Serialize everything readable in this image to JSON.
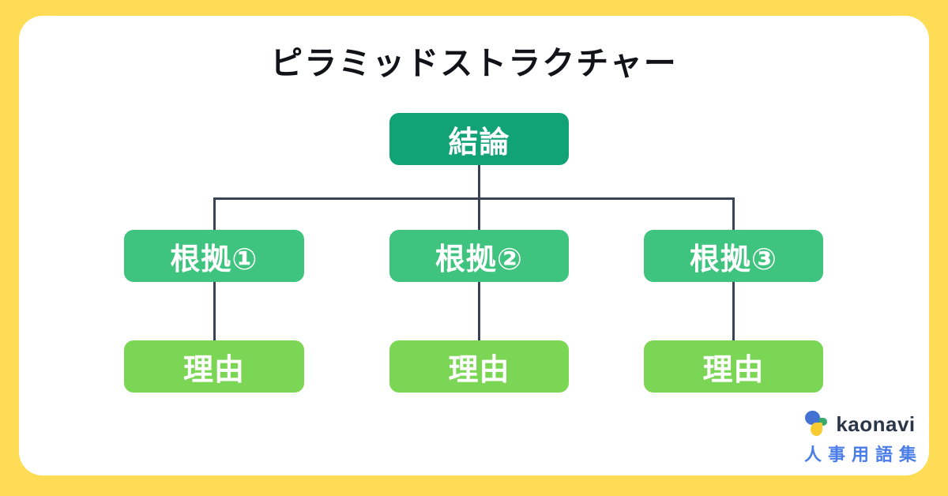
{
  "title": "ピラミッドストラクチャー",
  "diagram": {
    "conclusion": {
      "label": "結論"
    },
    "grounds": [
      {
        "label": "根拠①"
      },
      {
        "label": "根拠②"
      },
      {
        "label": "根拠③"
      }
    ],
    "reasons": [
      {
        "label": "理由"
      },
      {
        "label": "理由"
      },
      {
        "label": "理由"
      }
    ]
  },
  "branding": {
    "logo_text": "kaonavi",
    "tagline": "人事用語集"
  },
  "colors": {
    "frame_yellow": "#FFDC55",
    "panel_white": "#FFFFFF",
    "conclusion_teal": "#12A375",
    "ground_green": "#3EC47E",
    "reason_light_green": "#7CD655",
    "connector_slate": "#3A4354",
    "tagline_blue": "#4A7DE9",
    "logo_navy": "#2B3648"
  }
}
